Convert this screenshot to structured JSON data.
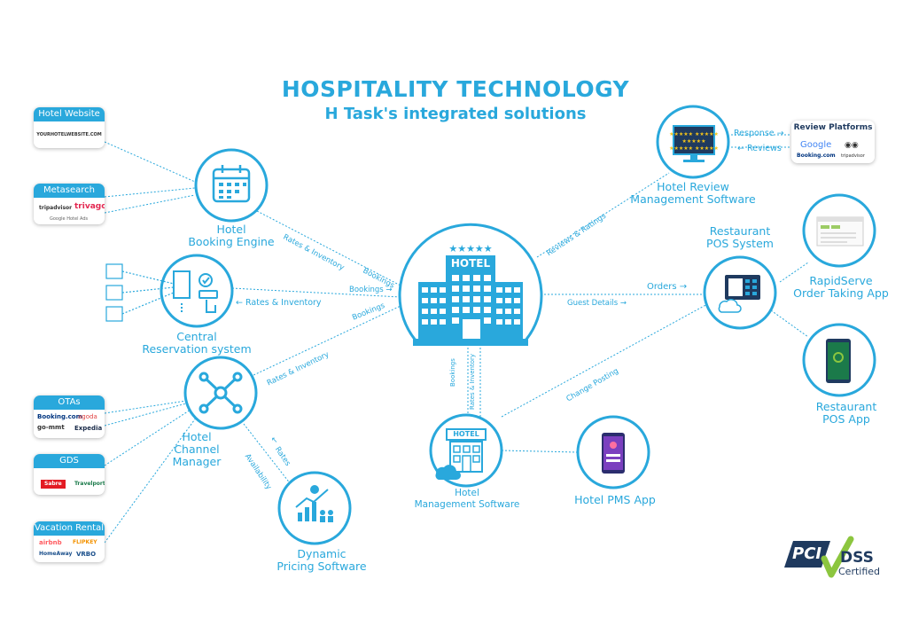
{
  "header": {
    "title": "HOSPITALITY TECHNOLOGY",
    "subtitle": "H Task's integrated solutions"
  },
  "nodes": {
    "hotel_center": "HOTEL",
    "booking_engine": [
      "Hotel",
      "Booking Engine"
    ],
    "central_reservation": [
      "Central",
      "Reservation system"
    ],
    "channel_manager": [
      "Hotel",
      "Channel",
      "Manager"
    ],
    "dynamic_pricing": [
      "Dynamic",
      "Pricing Software"
    ],
    "review_mgmt": [
      "Hotel Review",
      "Management Software"
    ],
    "restaurant_pos": [
      "Restaurant",
      "POS System"
    ],
    "rapidserve": [
      "RapidServe",
      "Order Taking App"
    ],
    "restaurant_app": [
      "Restaurant",
      "POS App"
    ],
    "hotel_mgmt": [
      "Hotel",
      "Management Software"
    ],
    "hotel_mgmt_icon_text": "HOTEL",
    "pms_app": "Hotel PMS App"
  },
  "cards": {
    "hotel_website": {
      "title": "Hotel Website",
      "text": "YOURHOTELWEBSITE.COM"
    },
    "metasearch": {
      "title": "Metasearch",
      "logos": [
        "tripadvisor",
        "trivago",
        "Google Hotel Ads"
      ]
    },
    "otas": {
      "title": "OTAs",
      "logos": [
        "Booking.com",
        "agoda",
        "go-mmt",
        "Expedia"
      ]
    },
    "gds": {
      "title": "GDS",
      "logos": [
        "Sabre",
        "Travelport"
      ]
    },
    "vacation_rental": {
      "title": "Vacation Rental",
      "logos": [
        "airbnb",
        "FLIPKEY",
        "HomeAway",
        "VRBO"
      ]
    },
    "review_platforms": {
      "title": "Review Platforms",
      "logos": [
        "Google",
        "Booking.com",
        "tripadvisor"
      ]
    }
  },
  "edges": {
    "be_rates": "Rates & Inventory",
    "be_bookings": "Bookings",
    "crs_rates": "← Rates & Inventory",
    "crs_bookings": "Bookings →",
    "cm_rates": "Rates & Inventory",
    "cm_bookings": "Bookings",
    "orders": "Orders →",
    "guest_details": "Guest Details →",
    "reviews_ratings": "Reviews & Ratings",
    "response": "Response →",
    "reviews": "← Reviews",
    "hms_bookings": "Bookings",
    "hms_rates": "Rates & Inventory",
    "change_posting": "Change Posting",
    "dp_rates": "Rates",
    "dp_availability": "Availability"
  },
  "certification": {
    "pci": "PCI",
    "dss": "DSS",
    "certified": "Certified"
  },
  "colors": {
    "accent": "#29a8dc",
    "green": "#8cc63f",
    "dark": "#1f3a5f"
  }
}
